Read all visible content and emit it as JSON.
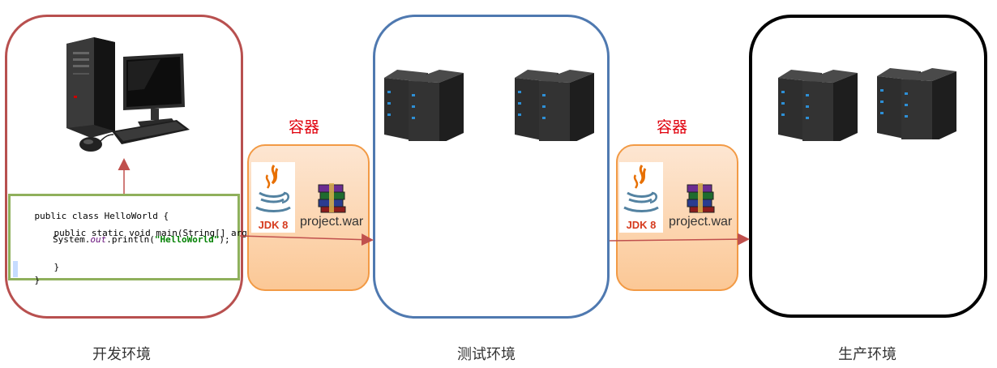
{
  "environments": [
    {
      "label": "开发环境",
      "border_color": "#b8504f"
    },
    {
      "label": "测试环境",
      "border_color": "#4f79b0"
    },
    {
      "label": "生产环境",
      "border_color": "#000000"
    }
  ],
  "containers": [
    {
      "title": "容器",
      "jdk_label": "JDK 8",
      "war_label": "project.war"
    },
    {
      "title": "容器",
      "jdk_label": "JDK 8",
      "war_label": "project.war"
    }
  ],
  "code": {
    "line1": "public class HelloWorld {",
    "line2": "public static void main(String[] args) {",
    "line3_prefix": "System.",
    "line3_field": "out",
    "line3_call": ".println(",
    "line3_string": "\"HelloWorld\"",
    "line3_end": ");",
    "line4": "}",
    "line5": "}"
  },
  "icons": {
    "computer": "desktop-computer-icon",
    "server": "server-rack-icon",
    "java": "java-coffee-cup-icon",
    "war": "archive-books-icon"
  },
  "colors": {
    "container_border": "#f29a45",
    "container_title": "#e0000c",
    "arrow": "#c0504d",
    "code_border": "#8fb05c"
  }
}
